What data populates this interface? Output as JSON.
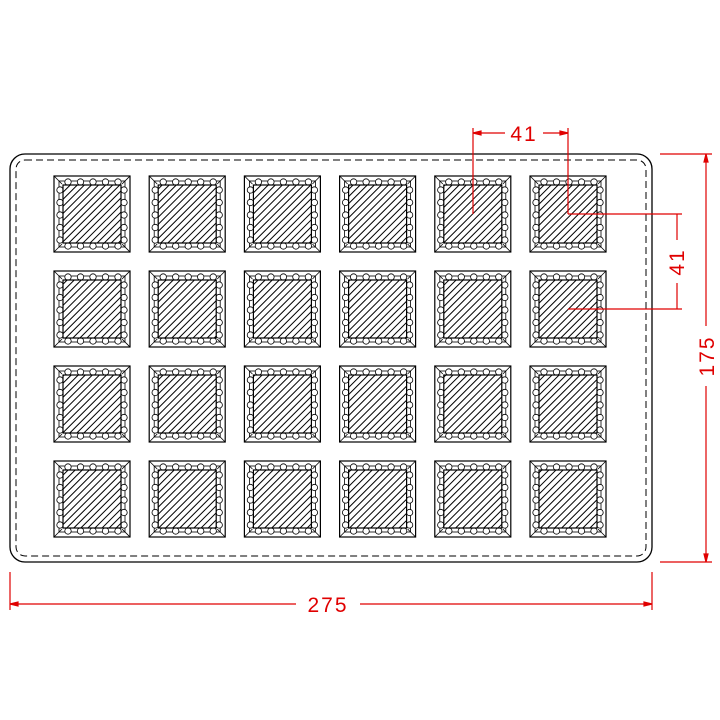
{
  "drawing": {
    "rows": 4,
    "columns": 6,
    "colors": {
      "outline": "#000000",
      "dimension": "#e00000"
    }
  },
  "dimensions": {
    "overall_width": "275",
    "overall_height": "175",
    "cell_pitch_x": "41",
    "cell_pitch_y": "41"
  }
}
